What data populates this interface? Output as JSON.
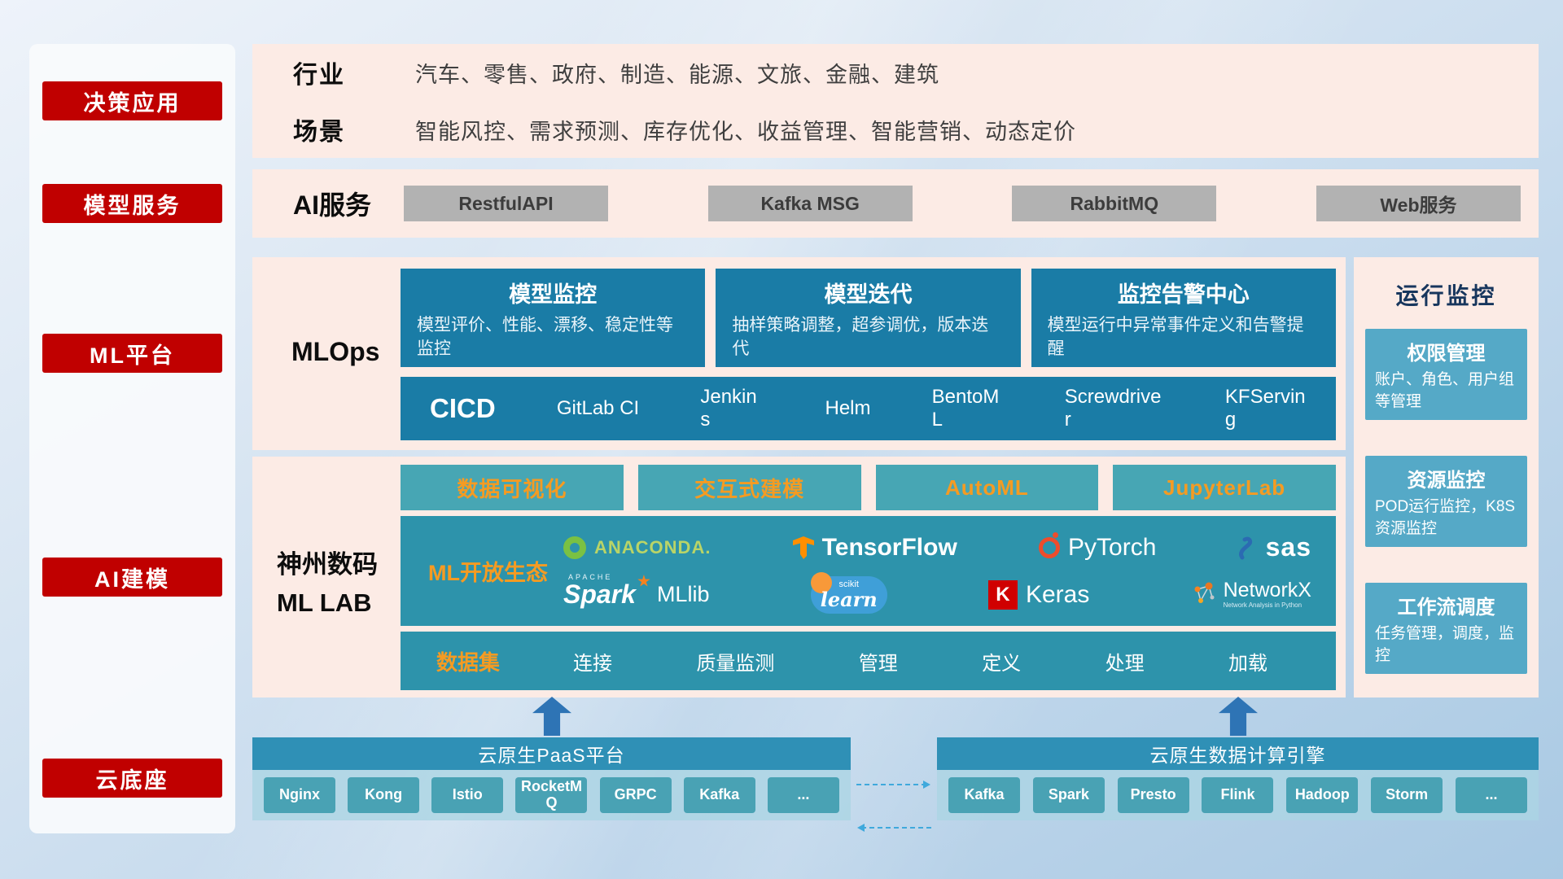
{
  "colors": {
    "accent_red": "#c00000",
    "panel_pink": "#fcebe5",
    "deep_teal": "#1a7ca6",
    "mid_teal": "#2d93ab",
    "light_teal": "#47a6b4",
    "monitor_card_teal": "#55a9c7",
    "orange_accent": "#f59b22",
    "gray_button": "#b2b2b2",
    "arrow_blue": "#2e74b5",
    "navy_text": "#17365d"
  },
  "icons": [
    "anaconda-icon",
    "tensorflow-icon",
    "pytorch-icon",
    "sas-icon",
    "spark-star-icon",
    "scikit-learn-badge",
    "keras-icon",
    "networkx-icon",
    "up-arrow",
    "dashed-arrow-right",
    "dashed-arrow-left"
  ],
  "sidebar": {
    "items": [
      {
        "label": "决策应用"
      },
      {
        "label": "模型服务"
      },
      {
        "label": "ML平台"
      },
      {
        "label": "AI建模"
      },
      {
        "label": "云底座"
      }
    ]
  },
  "industry": {
    "industry_label": "行业",
    "industry_text": "汽车、零售、政府、制造、能源、文旅、金融、建筑",
    "scene_label": "场景",
    "scene_text": "智能风控、需求预测、库存优化、收益管理、智能营销、动态定价"
  },
  "ai_service": {
    "label": "AI服务",
    "buttons": [
      "RestfulAPI",
      "Kafka MSG",
      "RabbitMQ",
      "Web服务"
    ]
  },
  "mlops": {
    "label": "MLOps",
    "cards": [
      {
        "title": "模型监控",
        "desc": "模型评价、性能、漂移、稳定性等监控"
      },
      {
        "title": "模型迭代",
        "desc": "抽样策略调整，超参调优，版本迭代"
      },
      {
        "title": "监控告警中心",
        "desc": "模型运行中异常事件定义和告警提醒"
      }
    ],
    "cicd_label": "CICD",
    "cicd_items": [
      "GitLab CI",
      "Jenkins",
      "Helm",
      "BentoML",
      "Screwdriver",
      "KFServing"
    ]
  },
  "monitoring": {
    "title": "运行监控",
    "cards": [
      {
        "title": "权限管理",
        "desc": "账户、角色、用户组等管理"
      },
      {
        "title": "资源监控",
        "desc": "POD运行监控，K8S资源监控"
      },
      {
        "title": "工作流调度",
        "desc": "任务管理，调度，监控"
      }
    ]
  },
  "mllab": {
    "label_line1": "神州数码",
    "label_line2": "ML LAB",
    "tools": [
      "数据可视化",
      "交互式建模",
      "AutoML",
      "JupyterLab"
    ],
    "eco_label": "ML开放生态",
    "logos": {
      "anaconda": "ANACONDA.",
      "tensorflow": "TensorFlow",
      "pytorch": "PyTorch",
      "sas": "sas",
      "apache": "APACHE",
      "spark": "Spark",
      "mllib": "MLlib",
      "scikit": "scikit",
      "learn": "learn",
      "keras_initial": "K",
      "keras": "Keras",
      "networkx": "NetworkX",
      "networkx_sub": "Network Analysis in Python"
    },
    "dataset_label": "数据集",
    "dataset_items": [
      "连接",
      "质量监测",
      "管理",
      "定义",
      "处理",
      "加载"
    ]
  },
  "platforms": [
    {
      "title": "云原生PaaS平台",
      "items": [
        "Nginx",
        "Kong",
        "Istio",
        "RocketMQ",
        "GRPC",
        "Kafka",
        "..."
      ]
    },
    {
      "title": "云原生数据计算引擎",
      "items": [
        "Kafka",
        "Spark",
        "Presto",
        "Flink",
        "Hadoop",
        "Storm",
        "..."
      ]
    }
  ]
}
